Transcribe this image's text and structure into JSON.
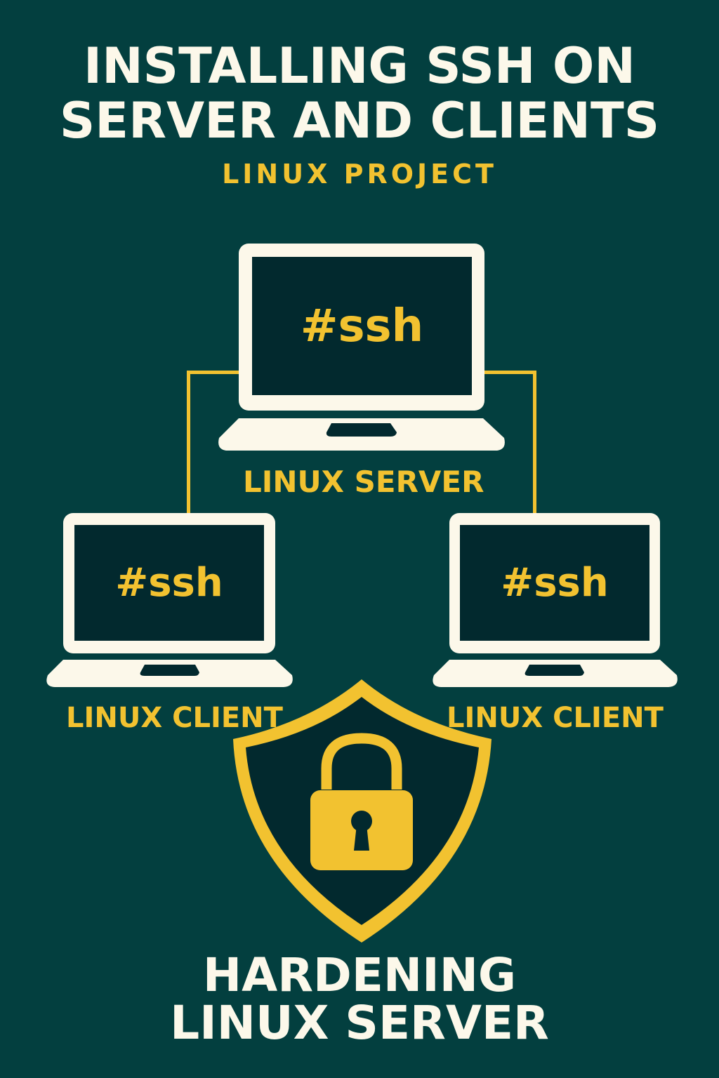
{
  "header": {
    "title_line1": "INSTALLING SSH ON",
    "title_line2": "SERVER AND CLIENTS",
    "subtitle": "LINUX PROJECT"
  },
  "diagram": {
    "server": {
      "screen_text": "#ssh",
      "label": "LINUX SERVER"
    },
    "clients": [
      {
        "screen_text": "#ssh",
        "label": "LINUX CLIENT"
      },
      {
        "screen_text": "#ssh",
        "label": "LINUX CLIENT"
      }
    ],
    "security_icon": "shield-lock-icon"
  },
  "footer": {
    "line1": "HARDENING",
    "line2": "LINUX SERVER"
  },
  "colors": {
    "background": "#033f3f",
    "accent": "#f2c230",
    "light": "#fcf8ea",
    "screen": "#02292e"
  }
}
